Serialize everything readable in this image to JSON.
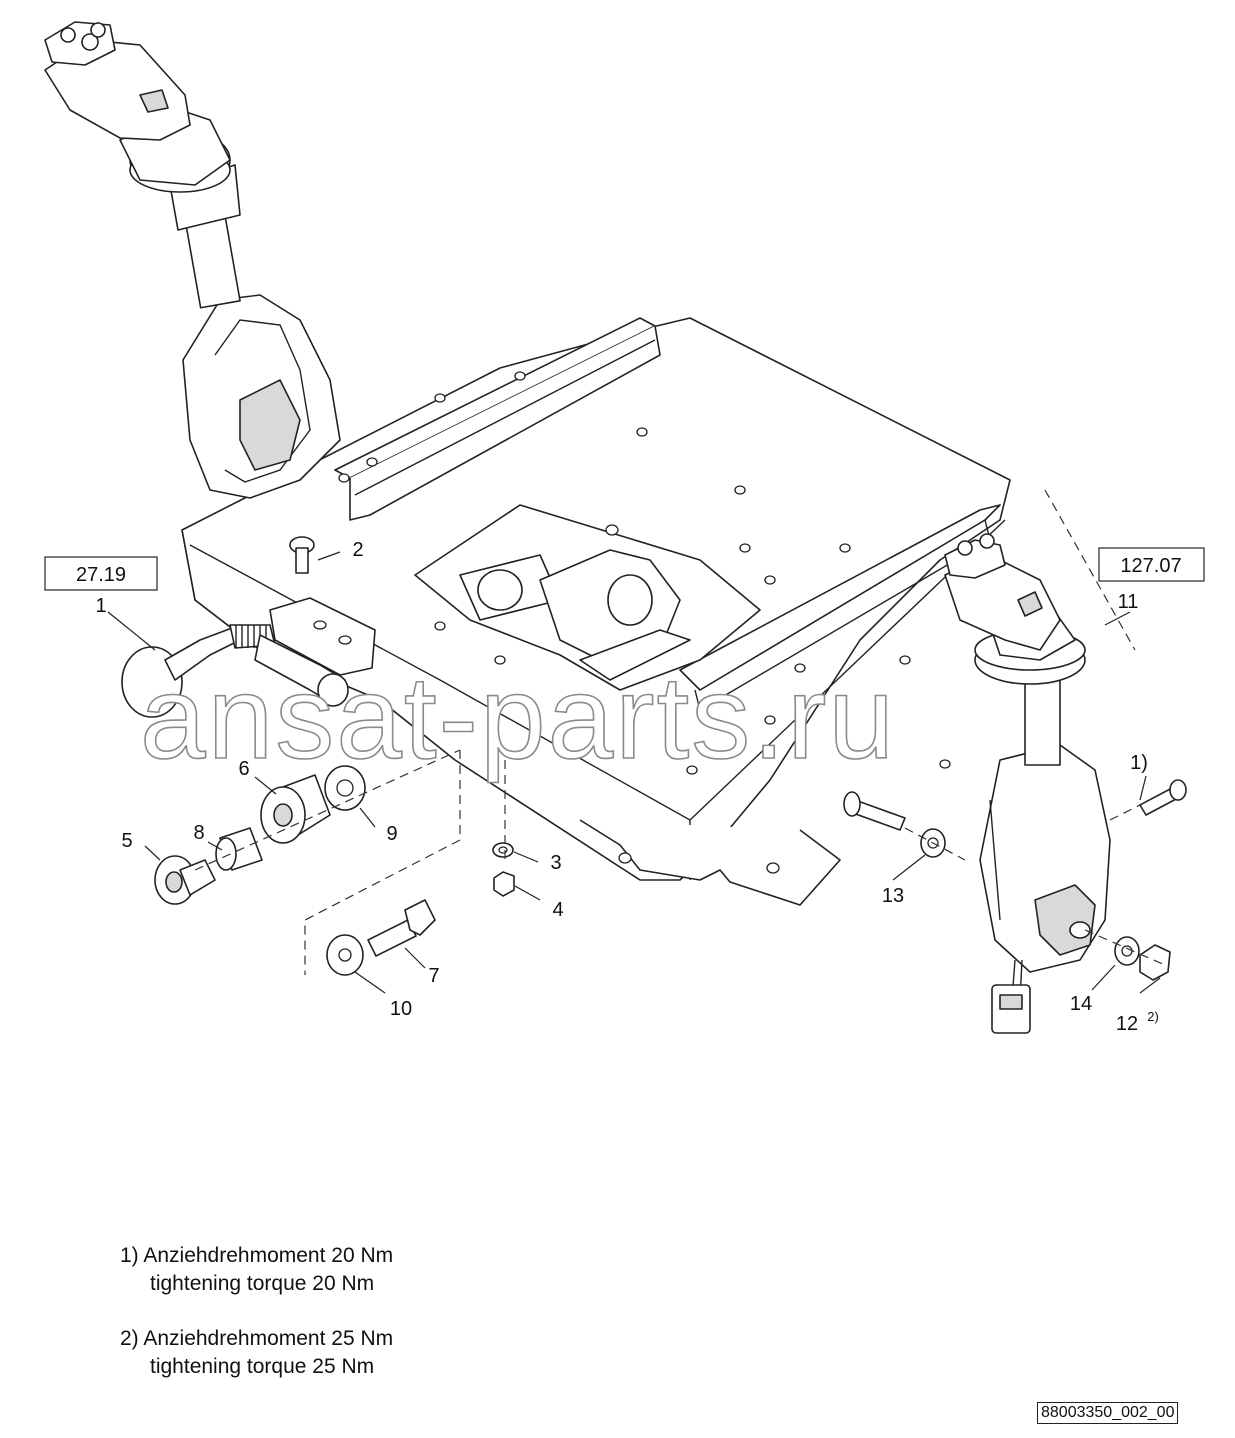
{
  "reference_boxes": [
    "27.19",
    "127.07"
  ],
  "callouts": [
    {
      "id": "1",
      "text": "1"
    },
    {
      "id": "2",
      "text": "2"
    },
    {
      "id": "3",
      "text": "3"
    },
    {
      "id": "4",
      "text": "4"
    },
    {
      "id": "5",
      "text": "5"
    },
    {
      "id": "6",
      "text": "6"
    },
    {
      "id": "7",
      "text": "7"
    },
    {
      "id": "8",
      "text": "8"
    },
    {
      "id": "9",
      "text": "9"
    },
    {
      "id": "10",
      "text": "10"
    },
    {
      "id": "11",
      "text": "11"
    },
    {
      "id": "12",
      "text": "12",
      "sup": "2)"
    },
    {
      "id": "13",
      "text": "13"
    },
    {
      "id": "14",
      "text": "14"
    },
    {
      "id": "fn1",
      "text": "1)"
    }
  ],
  "watermark": "ansat-parts.ru",
  "notes": [
    {
      "de": "1) Anziehdrehmoment 20 Nm",
      "en": "tightening torque 20 Nm"
    },
    {
      "de": "2) Anziehdrehmoment 25 Nm",
      "en": "tightening torque 25 Nm"
    }
  ],
  "drawing_number": "88003350_002_00",
  "icons": [
    "joystick-left",
    "joystick-right",
    "seat-base-plate",
    "lever-knob",
    "bushing",
    "bolt",
    "washer",
    "nut"
  ]
}
